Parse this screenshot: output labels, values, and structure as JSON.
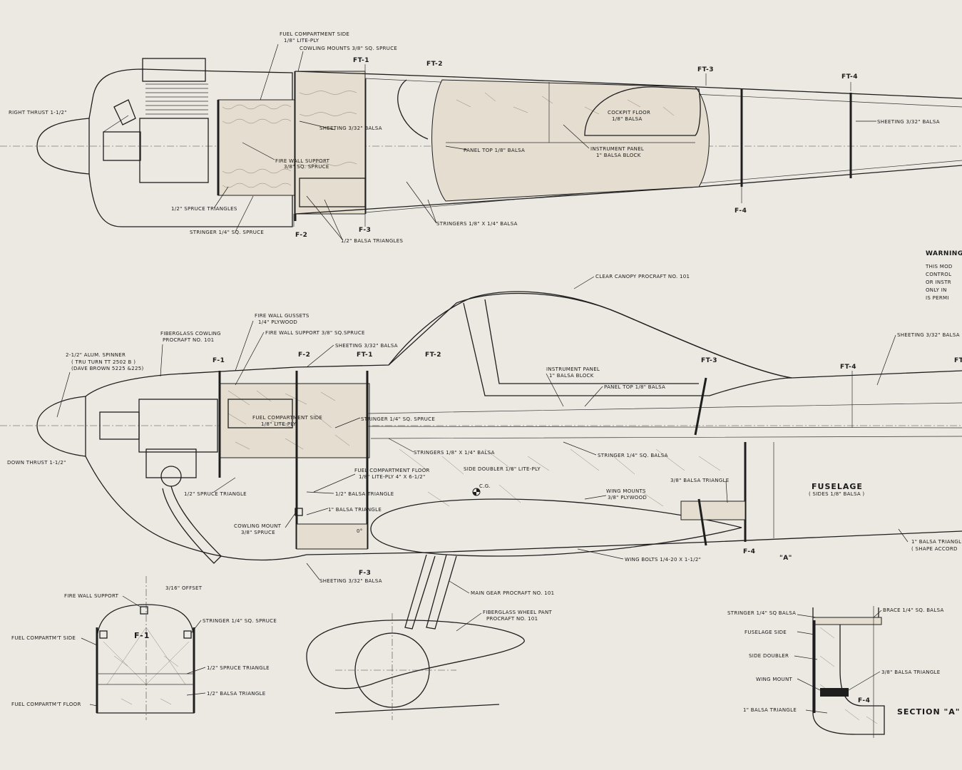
{
  "top_view": {
    "labels": {
      "fuel_side": "FUEL COMPARTMENT SIDE",
      "fuel_side_sub": "1/8\" LITE-PLY",
      "cowling_mounts": "COWLING MOUNTS 3/8\" SQ. SPRUCE",
      "right_thrust": "RIGHT THRUST 1-1/2\"",
      "sheeting": "SHEETING 3/32\" BALSA",
      "sheeting_aft": "SHEETING 3/32\" BALSA",
      "panel_top": "PANEL TOP 1/8\" BALSA",
      "instrument_panel": "INSTRUMENT PANEL",
      "instrument_panel_sub": "1\" BALSA BLOCK",
      "cockpit_floor": "COCKPIT FLOOR",
      "cockpit_floor_sub": "1/8\" BALSA",
      "fire_wall_support": "FIRE WALL SUPPORT",
      "fire_wall_support_sub": "3/8\" SQ. SPRUCE",
      "spruce_triangles": "1/2\" SPRUCE TRIANGLES",
      "stringer": "STRINGER 1/4\" SQ. SPRUCE",
      "balsa_triangles": "1/2\" BALSA TRIANGLES",
      "stringers_balsa": "STRINGERS 1/8\" X 1/4\" BALSA"
    },
    "stations": {
      "ft1": "FT-1",
      "ft2": "FT-2",
      "ft3": "FT-3",
      "ft4": "FT-4",
      "f2": "F-2",
      "f3": "F-3",
      "f4": "F-4"
    }
  },
  "warning": {
    "title": "WARNING",
    "lines": [
      "THIS MOD",
      "CONTROL",
      "OR INSTR",
      "ONLY IN",
      "IS PERMI"
    ]
  },
  "side_view": {
    "labels": {
      "clear_canopy": "CLEAR CANOPY PROCRAFT NO. 101",
      "fire_wall_gussets": "FIRE WALL GUSSETS",
      "fire_wall_gussets_sub": "1/4\" PLYWOOD",
      "fire_wall_support": "FIRE WALL SUPPORT 3/8\" SQ.SPRUCE",
      "fiberglass_cowling": "FIBERGLASS COWLING",
      "fiberglass_cowling_sub": "PROCRAFT NO. 101",
      "sheeting": "SHEETING 3/32\" BALSA",
      "sheeting_aft": "SHEETING 3/32\" BALSA",
      "spinner": "2-1/2\" ALUM. SPINNER",
      "spinner_sub1": "( TRU TURN TT 2502 B )",
      "spinner_sub2": "(DAVE BROWN 5225 &225)",
      "instrument_panel": "INSTRUMENT PANEL",
      "instrument_panel_sub": "1\" BALSA BLOCK",
      "panel_top": "PANEL TOP 1/8\" BALSA",
      "fuel_side": "FUEL COMPARTMENT SIDE",
      "fuel_side_sub": "1/8\" LITE-PLY",
      "stringer_spruce": "STRINGER 1/4\" SQ. SPRUCE",
      "stringers_balsa": "STRINGERS 1/8\" X 1/4\" BALSA",
      "stringer_balsa": "STRINGER 1/4\" SQ. BALSA",
      "down_thrust": "DOWN THRUST 1-1/2\"",
      "fuel_floor": "FUEL COMPARTMENT FLOOR",
      "fuel_floor_sub": "1/8\" LITE-PLY 4\" X 6-1/2\"",
      "side_doubler": "SIDE DOUBLER 1/8\" LITE-PLY",
      "balsa_tri_38": "3/8\" BALSA TRIANGLE",
      "spruce_triangle": "1/2\" SPRUCE TRIANGLE",
      "balsa_triangle_half": "1/2\" BALSA TRIANGLE",
      "cg": "C.G.",
      "wing_mounts": "WING MOUNTS",
      "wing_mounts_sub": "3/8\" PLYWOOD",
      "balsa_triangle_1": "1\" BALSA TRIANGLE",
      "cowling_mount": "COWLING MOUNT",
      "cowling_mount_sub": "3/8\" SPRUCE",
      "zero": "0°",
      "wing_bolts": "WING BOLTS 1/4-20 X 1-1/2\"",
      "balsa_triangle_aft": "1\" BALSA TRIANGL",
      "balsa_triangle_aft_sub": "( SHAPE ACCORD",
      "section_ref": "\"A\"",
      "sheeting_bottom": "SHEETING 3/32\" BALSA",
      "main_gear": "MAIN GEAR PROCRAFT NO. 101",
      "wheel_pant": "FIBERGLASS WHEEL PANT",
      "wheel_pant_sub": "PROCRAFT NO. 101",
      "fuselage": "FUSELAGE",
      "fuselage_sub": "( SIDES 1/8\" BALSA )"
    },
    "stations": {
      "f1": "F-1",
      "f2": "F-2",
      "ft1": "FT-1",
      "ft2": "FT-2",
      "ft3": "FT-3",
      "ft4": "FT-4",
      "f3": "F-3",
      "f4": "F-4",
      "ft_partial": "FT"
    }
  },
  "f1_detail": {
    "labels": {
      "fire_wall_support": "FIRE WALL SUPPORT",
      "offset": "3/16\" OFFSET",
      "stringer": "STRINGER 1/4\" SQ. SPRUCE",
      "fuel_side": "FUEL COMPARTM'T SIDE",
      "spruce_triangle": "1/2\" SPRUCE TRIANGLE",
      "balsa_triangle": "1/2\" BALSA TRIANGLE",
      "fuel_floor": "FUEL COMPARTM'T FLOOR",
      "title": "F-1"
    }
  },
  "section_a": {
    "labels": {
      "stringer": "STRINGER 1/4\" SQ BALSA",
      "brace": "BRACE 1/4\" SQ. BALSA",
      "fuselage_side": "FUSELAGE SIDE",
      "side_doubler": "SIDE DOUBLER",
      "balsa_triangle_38": "3/8\" BALSA TRIANGLE",
      "wing_mount": "WING MOUNT",
      "f4": "F-4",
      "balsa_triangle_1": "1\" BALSA TRIANGLE",
      "title": "SECTION \"A\""
    }
  }
}
